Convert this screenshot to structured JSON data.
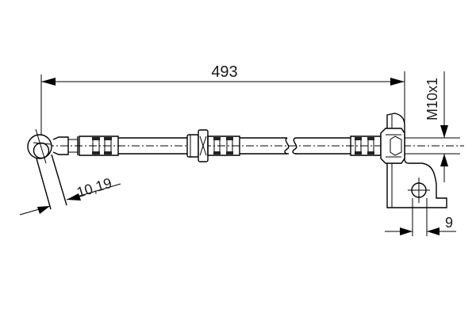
{
  "drawing": {
    "title": "Brake hose technical drawing",
    "colors": {
      "line": "#000000",
      "background": "#ffffff",
      "text": "#1a1a1a"
    },
    "dimensions": {
      "overall_length": {
        "label": "493",
        "unit": "mm"
      },
      "banjo_thickness": {
        "label": "10,19",
        "unit": "mm"
      },
      "thread": {
        "label": "M10x1"
      },
      "bracket_hole_offset": {
        "label": "9",
        "unit": "mm"
      }
    },
    "components": [
      {
        "id": "banjo-fitting",
        "position": "left"
      },
      {
        "id": "crimp-sleeve-left"
      },
      {
        "id": "middle-fitting-with-clip"
      },
      {
        "id": "hose-break-symbol"
      },
      {
        "id": "crimp-sleeve-right"
      },
      {
        "id": "bracket-with-hex-nut",
        "position": "right"
      }
    ]
  }
}
